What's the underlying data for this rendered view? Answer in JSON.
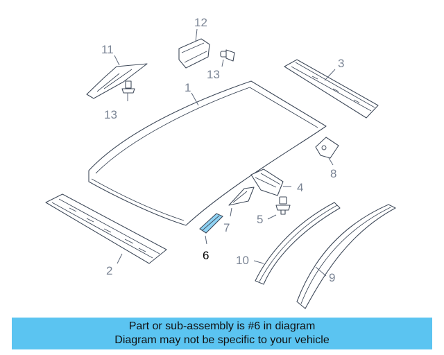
{
  "diagram": {
    "callouts": [
      "1",
      "2",
      "3",
      "4",
      "5",
      "6",
      "7",
      "8",
      "9",
      "10",
      "11",
      "12",
      "13",
      "13"
    ],
    "highlight_color": "#8fd3f4",
    "highlighted_part": "6"
  },
  "caption": {
    "line1": "Part or sub-assembly is #6 in diagram",
    "line2": "Diagram may not be specific to your vehicle",
    "background": "#5bc4f1"
  }
}
